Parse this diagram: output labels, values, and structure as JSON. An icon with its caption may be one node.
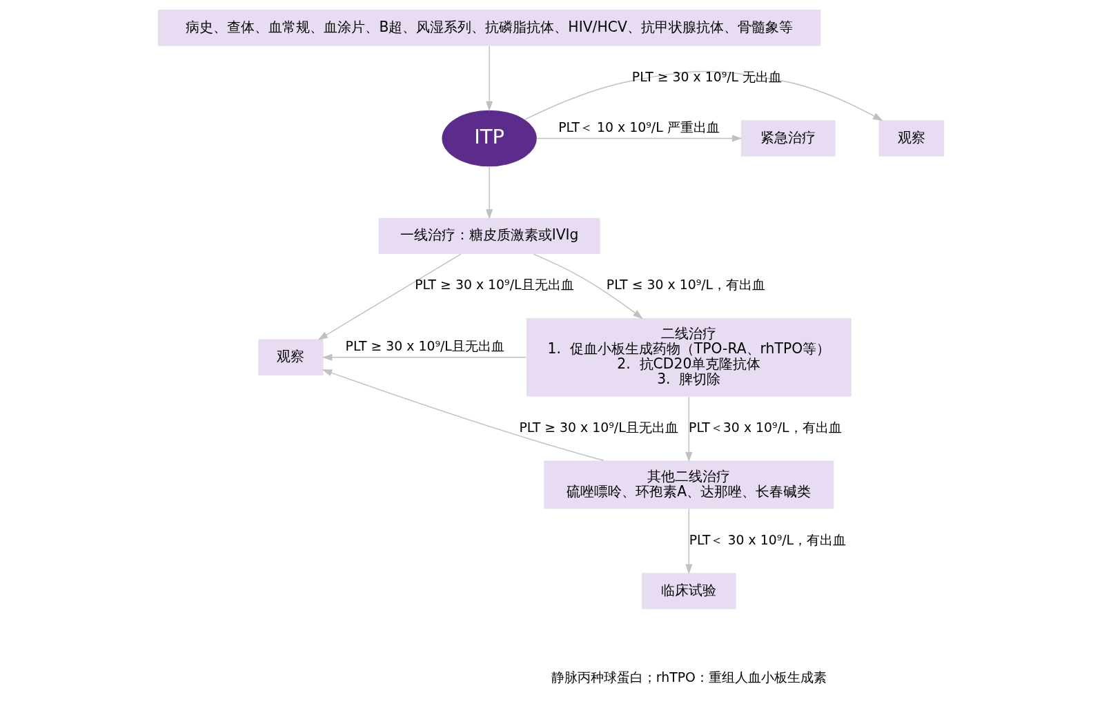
{
  "diagram": {
    "nodes": [
      {
        "text": [
          "病史、查体、血常规、血涂片、B超、风湿系列、抗磷脂抗体、HIV/HCV、抗甲状腺抗体、骨髓象等"
        ]
      },
      {
        "text": [
          "观察"
        ]
      },
      {
        "text": [
          "ITP"
        ]
      },
      {
        "text": [
          "紧急治疗"
        ]
      },
      {
        "text": [
          "一线治疗：糖皮质激素或IVIg"
        ]
      },
      {
        "text": [
          "观察"
        ]
      },
      {
        "text": [
          "二线治疗",
          "1.  促血小板生成药物（TPO-RA、rhTPO等）",
          "2.  抗CD20单克隆抗体",
          "3.  脾切除"
        ]
      },
      {
        "text": [
          "其他二线治疗",
          "硫唑嘌呤、环孢素A、达那唑、长春碱类"
        ]
      },
      {
        "text": [
          "临床试验"
        ]
      }
    ],
    "edges": [
      {
        "from": 0,
        "to": 2,
        "arrow": "to"
      },
      {
        "from": 2,
        "to": 1,
        "arrow": "to",
        "label": "PLT ≥ 30 x 10⁹/L 无出血"
      },
      {
        "from": 2,
        "to": 3,
        "arrow": "to",
        "label": "PLT＜ 10 x 10⁹/L 严重出血"
      },
      {
        "from": 2,
        "to": 4,
        "arrow": "to"
      },
      {
        "from": 4,
        "to": 5,
        "arrow": "to",
        "label": "PLT ≥ 30 x 10⁹/L且无出血"
      },
      {
        "from": 4,
        "to": 6,
        "arrow": "to",
        "label": "PLT ≤ 30 x 10⁹/L，有出血"
      },
      {
        "from": 6,
        "to": 5,
        "arrow": "to",
        "label": "PLT ≥ 30 x 10⁹/L且无出血"
      },
      {
        "from": 6,
        "to": 7,
        "arrow": "to",
        "label": "PLT＜30 x 10⁹/L，有出血"
      },
      {
        "from": 7,
        "to": 5,
        "arrow": "to",
        "label": "PLT ≥ 30 x 10⁹/L且无出血"
      },
      {
        "from": 7,
        "to": 8,
        "arrow": "to",
        "label": "PLT＜ 30 x 10⁹/L，有出血"
      }
    ],
    "labels": [
      "静脉丙种球蛋白；rhTPO：重组人血小板生成素"
    ]
  }
}
